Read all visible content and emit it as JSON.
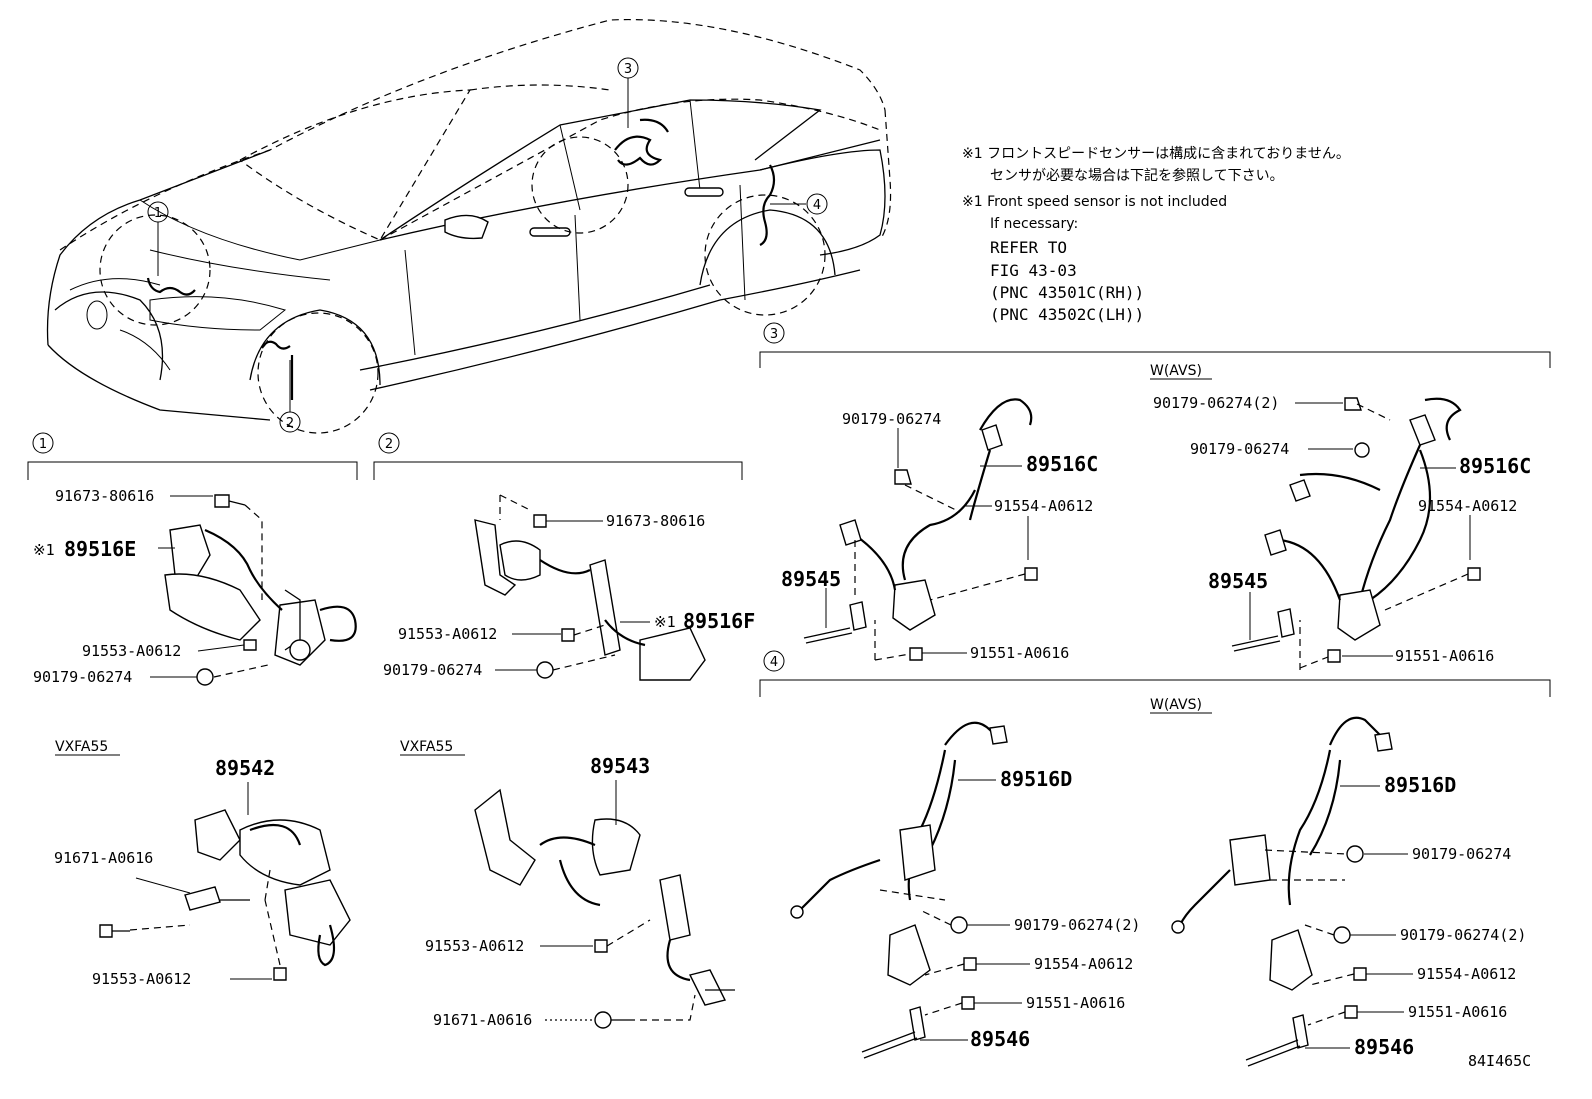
{
  "notes": {
    "jp_line1": "※1 フロントスピードセンサーは構成に含まれておりません。",
    "jp_line2": "センサが必要な場合は下記を参照して下さい。",
    "en_line1": "※1 Front speed sensor is not included",
    "en_line2": "If necessary:",
    "refer_line1": "REFER TO",
    "refer_line2": "FIG 43-03",
    "refer_line3": "(PNC 43501C(RH))",
    "refer_line4": "(PNC 43502C(LH))"
  },
  "callouts": [
    "1",
    "2",
    "3",
    "4"
  ],
  "sections": {
    "s1": {
      "number": "1",
      "parts": {
        "bolt_top": "91673-80616",
        "sensor": "89516E",
        "sensor_mark": "※1",
        "bolt_mid": "91553-A0612",
        "clip": "90179-06274"
      },
      "variant": {
        "label": "VXFA55",
        "sensor": "89542",
        "bolt_a": "91671-A0616",
        "bolt_b": "91553-A0612"
      }
    },
    "s2": {
      "number": "2",
      "parts": {
        "bolt_top": "91673-80616",
        "sensor": "89516F",
        "sensor_mark": "※1",
        "bolt_mid": "91553-A0612",
        "clip": "90179-06274"
      },
      "variant": {
        "label": "VXFA55",
        "sensor": "89543",
        "bolt_a": "91553-A0612",
        "bolt_b": "91671-A0616"
      }
    },
    "s3": {
      "number": "3",
      "condition": "W(AVS)",
      "left": {
        "clip": "90179-06274",
        "harness": "89516C",
        "bolt_a": "91554-A0612",
        "sensor": "89545",
        "bolt_b": "91551-A0616"
      },
      "right": {
        "clip_qty": "90179-06274(2)",
        "clip": "90179-06274",
        "harness": "89516C",
        "bolt_a": "91554-A0612",
        "sensor": "89545",
        "bolt_b": "91551-A0616"
      }
    },
    "s4": {
      "number": "4",
      "condition": "W(AVS)",
      "left": {
        "harness": "89516D",
        "clip_qty": "90179-06274(2)",
        "bolt_a": "91554-A0612",
        "bolt_b": "91551-A0616",
        "sensor": "89546"
      },
      "right": {
        "harness": "89516D",
        "clip": "90179-06274",
        "clip_qty": "90179-06274(2)",
        "bolt_a": "91554-A0612",
        "bolt_b": "91551-A0616",
        "sensor": "89546"
      }
    }
  },
  "figure_code": "84I465C"
}
